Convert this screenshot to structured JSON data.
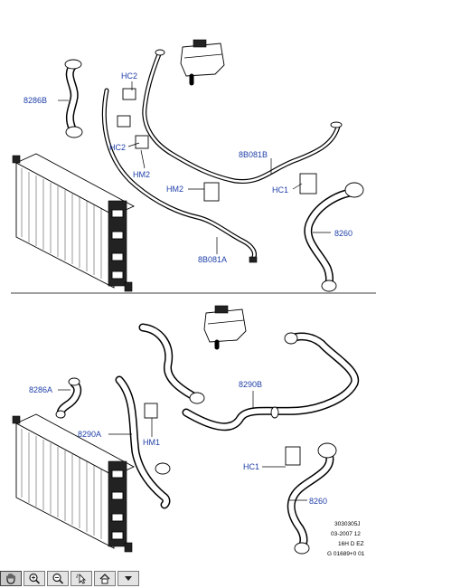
{
  "top_view": {
    "labels": {
      "l_8286B": "8286B",
      "l_HC2a": "HC2",
      "l_HC2b": "HC2",
      "l_HM2a": "HM2",
      "l_HM2b": "HM2",
      "l_8B081B": "8B081B",
      "l_HC1": "HC1",
      "l_8260": "8260",
      "l_8B081A": "8B081A"
    }
  },
  "bottom_view": {
    "labels": {
      "l_8286A": "8286A",
      "l_8290B": "8290B",
      "l_8290A": "8290A",
      "l_HM1": "HM1",
      "l_HC1": "HC1",
      "l_8260": "8260"
    }
  },
  "reference_block": {
    "line1": "3030305J",
    "line2": "03-2007 12",
    "line3": "16H D EZ",
    "line4": "G 01689+0 01"
  },
  "toolbar": {
    "buttons": [
      {
        "icon": "hand-pan-icon",
        "active": true
      },
      {
        "icon": "zoom-in-icon",
        "active": false
      },
      {
        "icon": "zoom-out-icon",
        "active": false
      },
      {
        "icon": "select-cursor-icon",
        "active": false
      },
      {
        "icon": "home-icon",
        "active": false
      },
      {
        "icon": "dropdown-arrow-icon",
        "active": false
      }
    ]
  },
  "colors": {
    "callout_text": "#1f3fa8",
    "line_art": "#000000",
    "toolbar_bg": "#e4e4e4"
  }
}
